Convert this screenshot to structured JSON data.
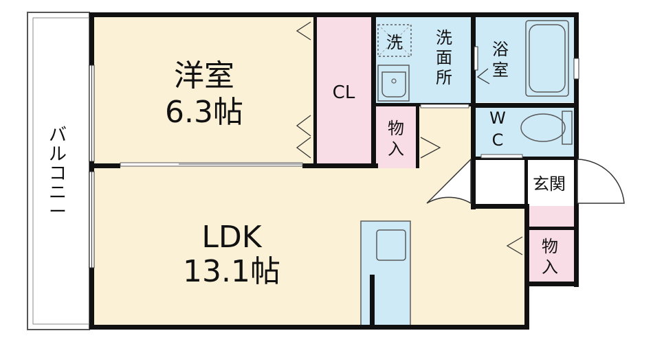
{
  "colors": {
    "wall": "#111111",
    "room_beige": "#fbf1d6",
    "wet_blue": "#cfeaf7",
    "closet_pink": "#f9dde6",
    "balcony": "#ffffff",
    "fixture_stroke": "#5a5a5a"
  },
  "rooms": {
    "western_room": {
      "name": "洋室",
      "size": "6.3帖"
    },
    "ldk": {
      "name": "LDK",
      "size": "13.1帖"
    },
    "closet": {
      "label": "CL"
    },
    "storage_1": {
      "line1": "物",
      "line2": "入"
    },
    "storage_2": {
      "line1": "物",
      "line2": "入"
    },
    "washroom": {
      "line1": "洗",
      "line2": "面",
      "line3": "所"
    },
    "washer": {
      "label": "洗"
    },
    "bathroom": {
      "line1": "浴",
      "line2": "室"
    },
    "toilet": {
      "line1": "W",
      "line2": "C"
    },
    "entrance": {
      "label": "玄関"
    },
    "balcony": {
      "line1": "バ",
      "line2": "ル",
      "line3": "コ",
      "line4": "ニ",
      "line5": "ー"
    }
  },
  "icons": [
    "door-swing-icon",
    "sink-icon",
    "bathtub-icon",
    "toilet-icon",
    "washer-icon",
    "stove-icon",
    "window-icon"
  ]
}
